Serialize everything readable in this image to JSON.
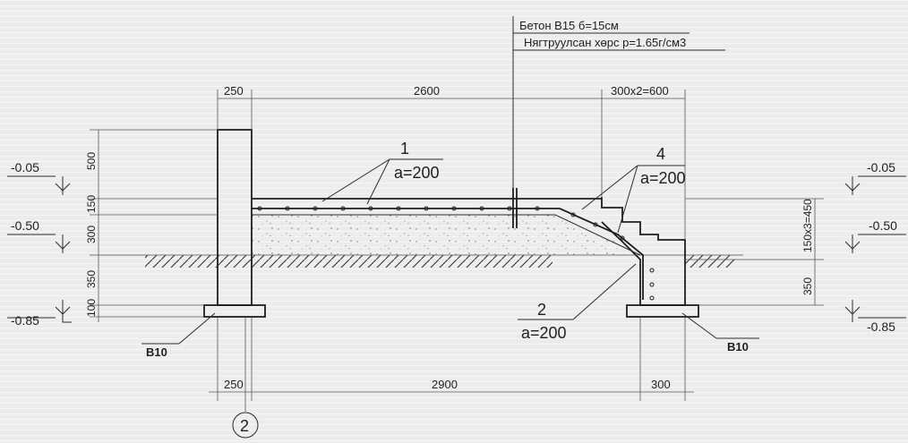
{
  "notes": {
    "concrete": "Бетон B15 б=15см",
    "soil": "Нягтруулсан хөрс p=1.65г/см3"
  },
  "dims_top": {
    "wall_left": "250",
    "span": "2600",
    "steps": "300x2=600"
  },
  "dims_bottom": {
    "wall_left": "250",
    "span": "2900",
    "wall_right": "300"
  },
  "dims_left": {
    "d500": "500",
    "d150": "150",
    "d300": "300",
    "d350": "350",
    "d100": "100"
  },
  "dims_right": {
    "d150x3": "150x3=450",
    "d350": "350"
  },
  "elevations": {
    "left_top": "-0.05",
    "left_mid": "-0.50",
    "left_bot": "-0.85",
    "right_top": "-0.05",
    "right_mid": "-0.50",
    "right_bot": "-0.85"
  },
  "rebar": {
    "mark1": "1",
    "spacing1": "a=200",
    "mark2": "2",
    "spacing2": "a=200",
    "mark4": "4",
    "spacing4": "a=200"
  },
  "footing": {
    "left": "B10",
    "right": "B10"
  },
  "axis": "2"
}
